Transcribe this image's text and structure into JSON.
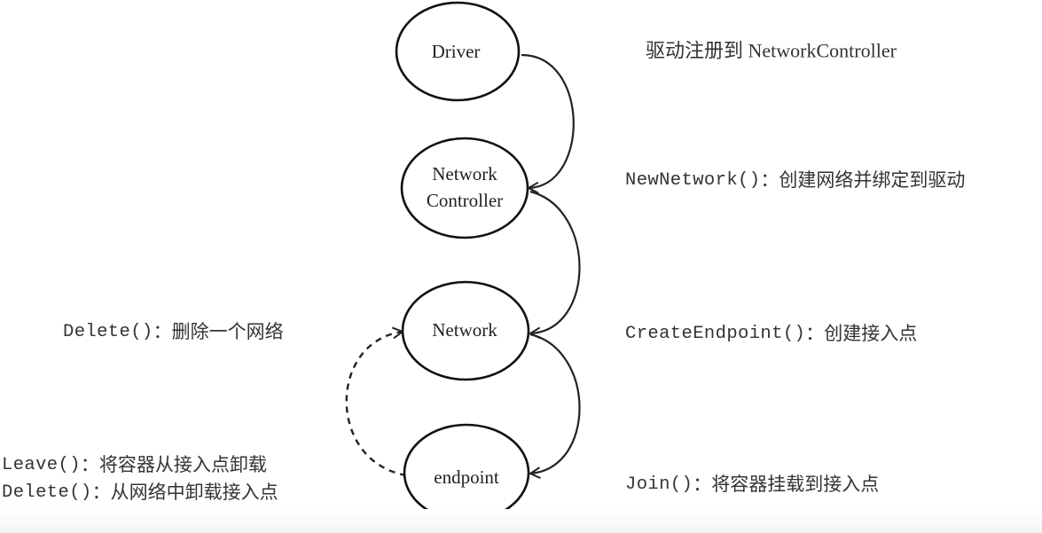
{
  "nodes": {
    "driver": {
      "label": "Driver"
    },
    "network_controller": {
      "line1": "Network",
      "line2": "Controller"
    },
    "network": {
      "label": "Network"
    },
    "endpoint": {
      "label": "endpoint"
    }
  },
  "annotations": {
    "driver_register": {
      "text": "驱动注册到 NetworkController"
    },
    "new_network": {
      "code": "NewNetwork()",
      "desc": "：创建网络并绑定到驱动"
    },
    "create_endpoint": {
      "code": "CreateEndpoint()",
      "desc": "：创建接入点"
    },
    "join": {
      "code": "Join()",
      "desc": "：将容器挂载到接入点"
    },
    "delete_network": {
      "code": "Delete()",
      "desc": "：删除一个网络"
    },
    "leave": {
      "code": "Leave()",
      "desc": "：将容器从接入点卸载"
    },
    "delete_endpoint": {
      "code": "Delete()",
      "desc": "：从网络中卸载接入点"
    }
  }
}
